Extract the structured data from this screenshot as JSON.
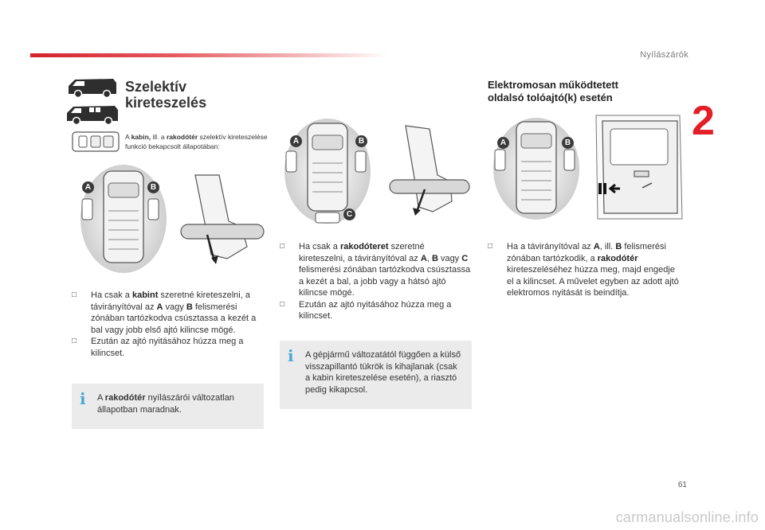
{
  "header": {
    "section_title": "Nyílászárók",
    "chapter_number": "2"
  },
  "left": {
    "title_line1": "Szelektív",
    "title_line2": "kireteszelés",
    "note_pre": "A ",
    "note_b1": "kabin,",
    "note_mid": " ill. a ",
    "note_b2": "rakodótér",
    "note_post": " szelektív kireteszelése funkció bekapcsolt állapotában:",
    "bullet1_pre": "Ha csak a ",
    "bullet1_b1": "kabint",
    "bullet1_mid1": " szeretné kireteszelni, a távirányítóval az ",
    "bullet1_b2": "A",
    "bullet1_mid2": " vagy ",
    "bullet1_b3": "B",
    "bullet1_post": " felismerési zónában tartózkodva csúsztassa a kezét a bal vagy jobb első ajtó kilincse mögé.",
    "bullet2": "Ezután az ajtó nyitásához húzza meg a kilincset.",
    "info_pre": "A ",
    "info_b": "rakodótér",
    "info_post": " nyílászárói változatlan állapotban maradnak.",
    "zone_a": "A",
    "zone_b": "B"
  },
  "middle": {
    "bullet1_pre": "Ha csak a ",
    "bullet1_b1": "rakodóteret",
    "bullet1_mid1": " szeretné kireteszelni, a távirányítóval az ",
    "bullet1_b2": "A",
    "bullet1_sep": ", ",
    "bullet1_b3": "B",
    "bullet1_mid2": " vagy ",
    "bullet1_b4": "C",
    "bullet1_post": " felismerési zónában tartózkodva csúsztassa a kezét a bal, a jobb vagy a hátsó ajtó kilincse mögé.",
    "bullet2": "Ezután az ajtó nyitásához húzza meg a kilincset.",
    "info": "A gépjármű változatától függően a külső visszapillantó tükrök is kihajlanak (csak a kabin kireteszelése esetén), a riasztó pedig kikapcsol.",
    "zone_a": "A",
    "zone_b": "B",
    "zone_c": "C"
  },
  "right": {
    "title_line1": "Elektromosan működtetett",
    "title_line2": "oldalsó tolóajtó(k) esetén",
    "bullet1_pre": "Ha a távirányítóval az ",
    "bullet1_b1": "A",
    "bullet1_mid1": ", ill. ",
    "bullet1_b2": "B",
    "bullet1_mid2": " felismerési zónában tartózkodik, a ",
    "bullet1_b3": "rakodótér",
    "bullet1_post": " kireteszeléséhez húzza meg, majd engedje el a kilincset. A művelet egyben az adott ajtó elektromos nyitását is beindítja.",
    "zone_a": "A",
    "zone_b": "B"
  },
  "footer": {
    "page_number": "61",
    "watermark": "carmanualsonline.info"
  },
  "colors": {
    "accent_red": "#e41e26",
    "info_blue": "#4aa7d6",
    "info_bg": "#ebebeb",
    "zone_badge": "#3a3a3a"
  }
}
